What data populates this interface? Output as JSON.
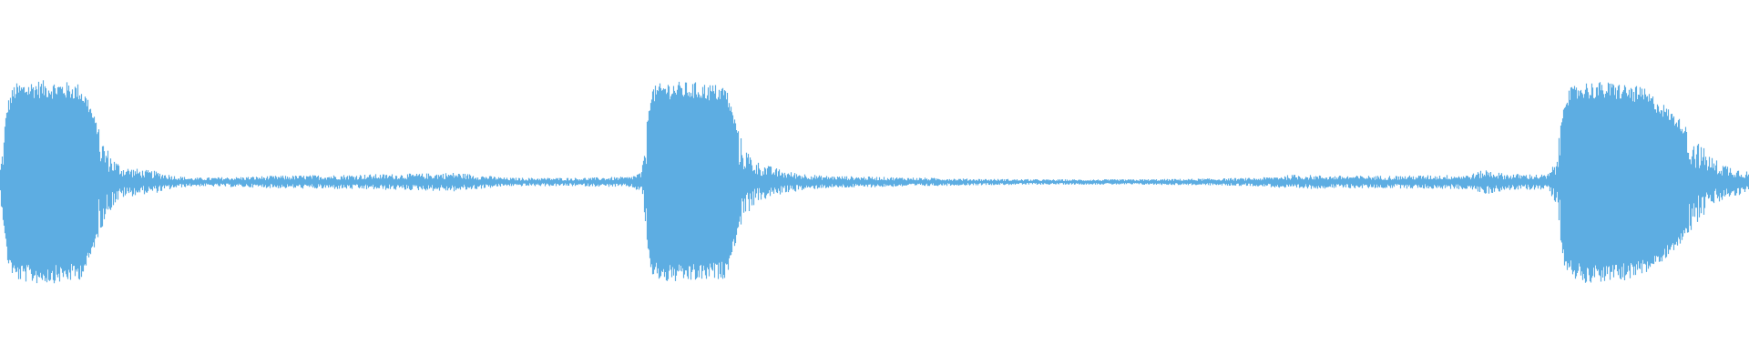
{
  "waveform": {
    "color": "#5dade2",
    "background": "#ffffff",
    "envelope": [
      [
        0.0,
        0.15
      ],
      [
        0.004,
        0.75
      ],
      [
        0.008,
        0.92
      ],
      [
        0.02,
        0.95
      ],
      [
        0.035,
        0.94
      ],
      [
        0.045,
        0.92
      ],
      [
        0.05,
        0.8
      ],
      [
        0.055,
        0.55
      ],
      [
        0.06,
        0.35
      ],
      [
        0.065,
        0.22
      ],
      [
        0.07,
        0.15
      ],
      [
        0.08,
        0.12
      ],
      [
        0.09,
        0.1
      ],
      [
        0.1,
        0.06
      ],
      [
        0.11,
        0.04
      ],
      [
        0.14,
        0.05
      ],
      [
        0.16,
        0.06
      ],
      [
        0.2,
        0.07
      ],
      [
        0.24,
        0.08
      ],
      [
        0.26,
        0.09
      ],
      [
        0.29,
        0.04
      ],
      [
        0.33,
        0.04
      ],
      [
        0.36,
        0.05
      ],
      [
        0.367,
        0.1
      ],
      [
        0.372,
        0.88
      ],
      [
        0.38,
        0.94
      ],
      [
        0.4,
        0.93
      ],
      [
        0.415,
        0.9
      ],
      [
        0.42,
        0.6
      ],
      [
        0.425,
        0.35
      ],
      [
        0.432,
        0.2
      ],
      [
        0.44,
        0.15
      ],
      [
        0.45,
        0.1
      ],
      [
        0.47,
        0.06
      ],
      [
        0.5,
        0.05
      ],
      [
        0.53,
        0.04
      ],
      [
        0.56,
        0.03
      ],
      [
        0.6,
        0.025
      ],
      [
        0.64,
        0.025
      ],
      [
        0.68,
        0.03
      ],
      [
        0.72,
        0.04
      ],
      [
        0.74,
        0.07
      ],
      [
        0.76,
        0.06
      ],
      [
        0.8,
        0.06
      ],
      [
        0.84,
        0.07
      ],
      [
        0.85,
        0.12
      ],
      [
        0.86,
        0.08
      ],
      [
        0.885,
        0.07
      ],
      [
        0.89,
        0.2
      ],
      [
        0.895,
        0.85
      ],
      [
        0.905,
        0.94
      ],
      [
        0.925,
        0.93
      ],
      [
        0.94,
        0.88
      ],
      [
        0.95,
        0.75
      ],
      [
        0.96,
        0.6
      ],
      [
        0.97,
        0.4
      ],
      [
        0.98,
        0.22
      ],
      [
        0.99,
        0.15
      ],
      [
        1.0,
        0.1
      ]
    ]
  }
}
